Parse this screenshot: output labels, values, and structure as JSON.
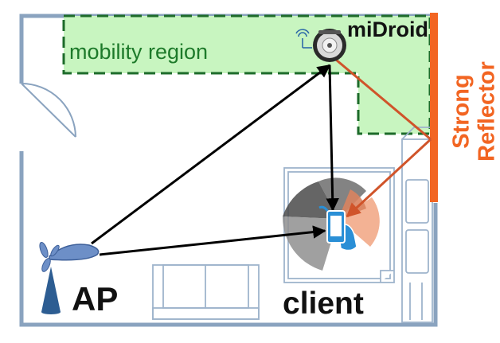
{
  "labels": {
    "mobility_region": "mobility region",
    "robot": "miDroid",
    "access_point": "AP",
    "client": "client",
    "reflector_line1": "Strong",
    "reflector_line2": "Reflector"
  },
  "colors": {
    "wall": "#8aa3bf",
    "mobility_fill": "#c8f5c0",
    "mobility_border": "#1d6b2a",
    "reflector": "#f26522",
    "direct_path": "#000000",
    "reflected_path": "#d0542a",
    "furniture": "#9fb4cc",
    "phone": "#2a8fd6"
  },
  "icons": [
    "robot-icon",
    "wifi-icon",
    "antenna-icon",
    "phone-icon",
    "hand-icon"
  ]
}
